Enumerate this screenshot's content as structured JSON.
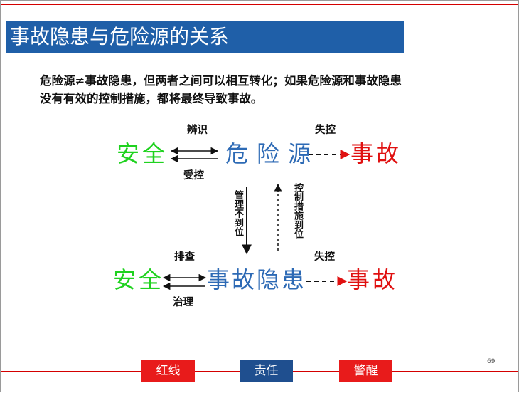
{
  "title": "事故隐患与危险源的关系",
  "intro": {
    "line1": "危险源≠事故隐患，但两者之间可以相互转化；如果危险源和事故隐患",
    "line2": "没有有效的控制措施，都将最终导致事故。"
  },
  "row1": {
    "left": "安全",
    "middle": "危险源",
    "right": "事故",
    "label_top_left": "辨识",
    "label_bottom_left": "受控",
    "label_right": "失控"
  },
  "row2": {
    "left": "安全",
    "middle": "事故隐患",
    "right": "事故",
    "label_top_left": "排查",
    "label_bottom_left": "治理",
    "label_right": "失控"
  },
  "vertical": {
    "down_label": "管理不到位",
    "up_label": "控制措施到位"
  },
  "buttons": {
    "red_line": "红线",
    "responsibility": "责任",
    "alert": "警醒"
  },
  "page_number": "69",
  "colors": {
    "title_bg": "#1f5fa8",
    "safety_green": "#1fd21f",
    "hazard_blue": "#2d6ab5",
    "accident_red": "#e01010",
    "line_red": "#d40000"
  }
}
